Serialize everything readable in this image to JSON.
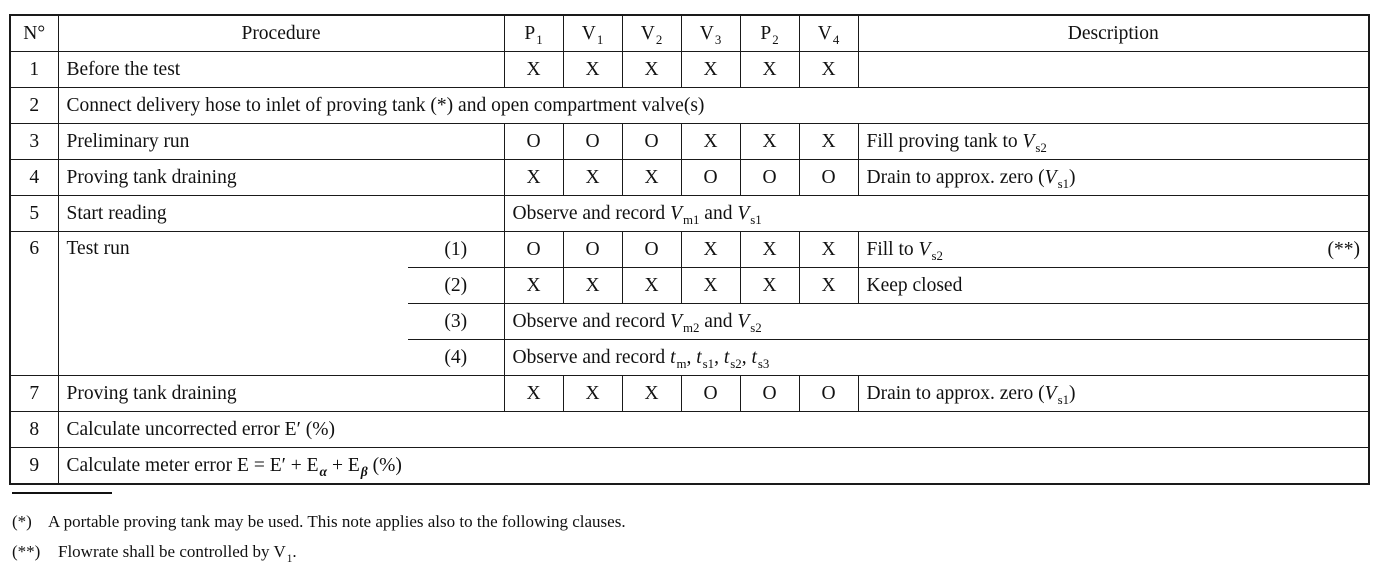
{
  "colors": {
    "border": "#1a1a1a",
    "text": "#111111",
    "background": "#ffffff"
  },
  "header": {
    "no": "N°",
    "procedure": "Procedure",
    "description": "Description",
    "valve_cols": [
      {
        "letter": "P",
        "sub": "1"
      },
      {
        "letter": "V",
        "sub": "1"
      },
      {
        "letter": "V",
        "sub": "2"
      },
      {
        "letter": "V",
        "sub": "3"
      },
      {
        "letter": "P",
        "sub": "2"
      },
      {
        "letter": "V",
        "sub": "4"
      }
    ]
  },
  "rows": {
    "r1": {
      "no": "1",
      "procedure": "Before the test",
      "marks": [
        "X",
        "X",
        "X",
        "X",
        "X",
        "X"
      ],
      "description": ""
    },
    "r2": {
      "no": "2",
      "text": "Connect delivery hose to inlet of proving tank (*) and open compartment valve(s)"
    },
    "r3": {
      "no": "3",
      "procedure": "Preliminary run",
      "marks": [
        "O",
        "O",
        "O",
        "X",
        "X",
        "X"
      ],
      "desc": {
        "pre": "Fill proving tank to ",
        "var": "V",
        "sub": "s2",
        "post": ""
      }
    },
    "r4": {
      "no": "4",
      "procedure": "Proving tank draining",
      "marks": [
        "X",
        "X",
        "X",
        "O",
        "O",
        "O"
      ],
      "desc": {
        "pre": "Drain to approx. zero (",
        "var": "V",
        "sub": "s1",
        "post": ")"
      }
    },
    "r5": {
      "no": "5",
      "procedure": "Start reading",
      "span": {
        "pre": "Observe and record ",
        "var1": "V",
        "sub1": "m1",
        "mid": " and ",
        "var2": "V",
        "sub2": "s1"
      }
    },
    "r6": {
      "no": "6",
      "procedure": "Test run",
      "sub1": {
        "label": "(1)",
        "marks": [
          "O",
          "O",
          "O",
          "X",
          "X",
          "X"
        ],
        "desc": {
          "pre": "Fill to ",
          "var": "V",
          "sub": "s2",
          "post": ""
        },
        "note": "(**)"
      },
      "sub2": {
        "label": "(2)",
        "marks": [
          "X",
          "X",
          "X",
          "X",
          "X",
          "X"
        ],
        "desc": "Keep closed"
      },
      "sub3": {
        "label": "(3)",
        "span": {
          "pre": "Observe and record ",
          "var1": "V",
          "sub1": "m2",
          "mid": " and ",
          "var2": "V",
          "sub2": "s2"
        }
      },
      "sub4": {
        "label": "(4)",
        "span": {
          "pre": "Observe and record ",
          "v1": "t",
          "s1": "m",
          "c1": ", ",
          "v2": "t",
          "s2": "s1",
          "c2": ", ",
          "v3": "t",
          "s3": "s2",
          "c3": ", ",
          "v4": "t",
          "s4": "s3"
        }
      }
    },
    "r7": {
      "no": "7",
      "procedure": "Proving tank draining",
      "marks": [
        "X",
        "X",
        "X",
        "O",
        "O",
        "O"
      ],
      "desc": {
        "pre": "Drain to approx. zero (",
        "var": "V",
        "sub": "s1",
        "post": ")"
      }
    },
    "r8": {
      "no": "8",
      "text": "Calculate uncorrected error E′ (%)"
    },
    "r9": {
      "no": "9",
      "formula": {
        "pre": "Calculate meter error E = E′ + E",
        "sub_a": "α",
        "mid": " + E",
        "sub_b": "β",
        "post": " (%)"
      }
    }
  },
  "footnotes": {
    "note1": {
      "marker": "(*)",
      "text": "A portable proving tank may be used. This note applies also to the following clauses."
    },
    "note2": {
      "marker": "(**)",
      "text_pre": "Flowrate shall be controlled by V",
      "sub": "1",
      "text_post": "."
    }
  }
}
